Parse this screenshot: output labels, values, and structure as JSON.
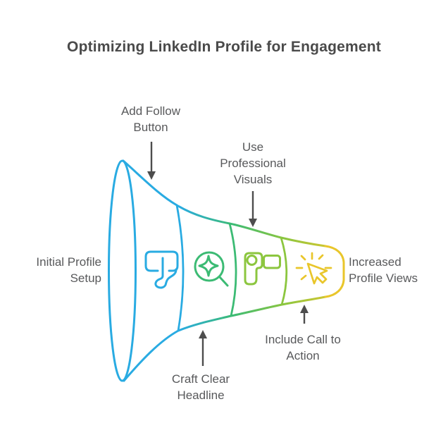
{
  "title": "Optimizing LinkedIn Profile for Engagement",
  "colors": {
    "blue": "#29ABE2",
    "green": "#3CBB74",
    "yellow_green": "#8CC63F",
    "yellow": "#E9C62B",
    "arrow_gray": "#4D4D4D",
    "title_text": "#4A4A4A",
    "label_text": "#58595B",
    "background": "#FFFFFF"
  },
  "labels": {
    "initial_profile_setup": "Initial Profile Setup",
    "add_follow_button": "Add Follow Button",
    "use_professional_visuals": "Use Professional Visuals",
    "increased_profile_views": "Increased Profile Views",
    "craft_clear_headline": "Craft Clear Headline",
    "include_call_to_action": "Include Call to Action"
  },
  "funnel": {
    "type": "horizontal-funnel",
    "flow": "wide left mouth narrowing to small right outlet",
    "input_label": "Initial Profile Setup",
    "output_label": "Increased Profile Views",
    "segments": [
      {
        "stage": "Add Follow Button",
        "icon": "tap-icon",
        "color": "#29ABE2",
        "callout_side": "top"
      },
      {
        "stage": "Craft Clear Headline",
        "icon": "magnifier-sparkle-icon",
        "color": "#3CBB74",
        "callout_side": "bottom"
      },
      {
        "stage": "Use Professional Visuals",
        "icon": "video-camera-icon",
        "color": "#8CC63F",
        "callout_side": "top"
      },
      {
        "stage": "Include Call to Action",
        "icon": "cursor-click-icon",
        "color": "#E9C62B",
        "callout_side": "bottom"
      }
    ]
  }
}
